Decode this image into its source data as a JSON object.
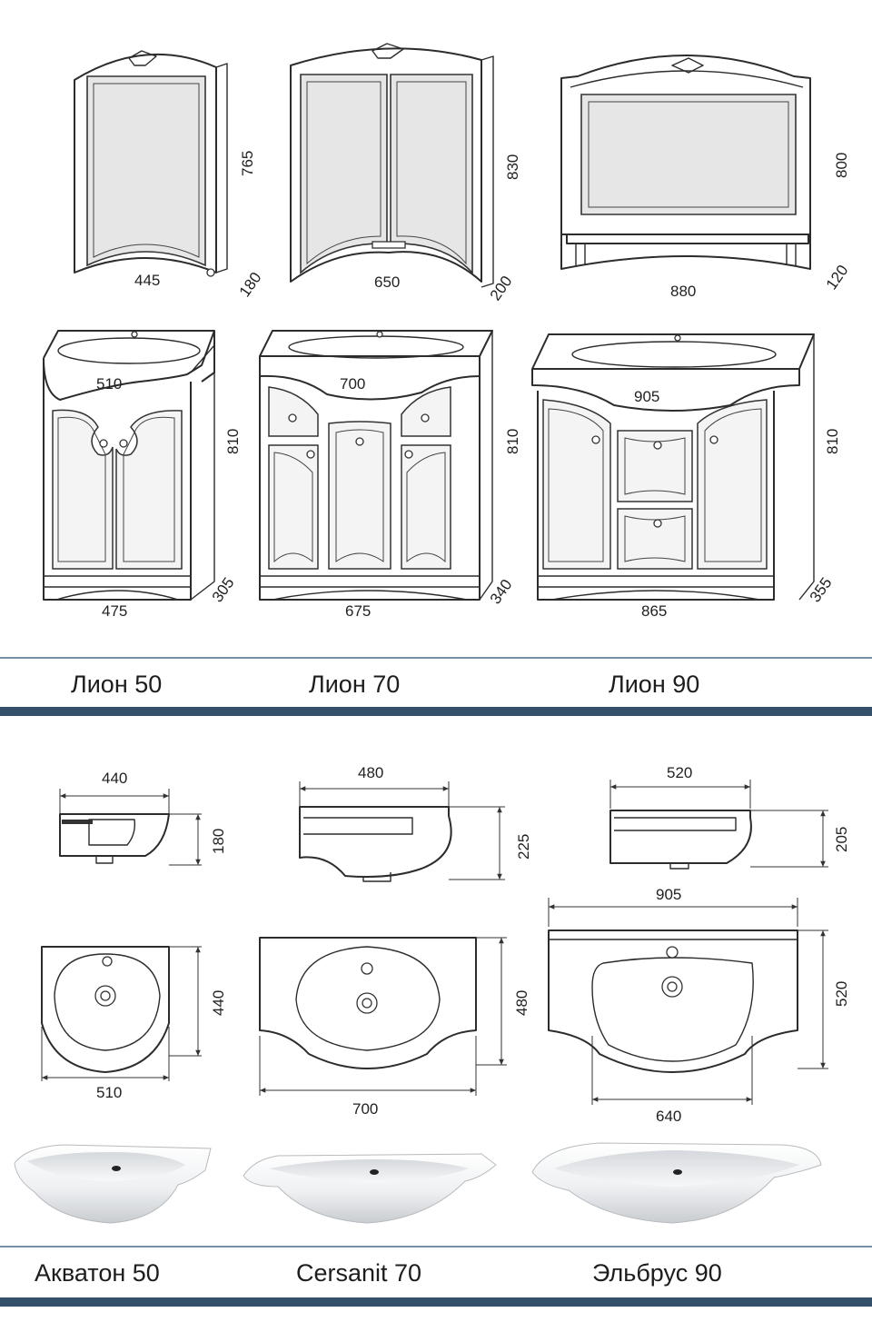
{
  "colors": {
    "line": "#2c2c2c",
    "divider": "#34506a",
    "mirror_fill": "#e6e6e6"
  },
  "mirrors": {
    "lion50": {
      "width": "445",
      "height": "765",
      "depth": "180"
    },
    "lion70": {
      "width": "650",
      "height": "830",
      "depth": "200"
    },
    "lion90": {
      "width": "880",
      "height": "800",
      "depth": "120"
    }
  },
  "cabinets": {
    "lion50": {
      "top_width": "510",
      "height": "810",
      "bottom_width": "475",
      "depth": "305"
    },
    "lion70": {
      "top_width": "700",
      "height": "810",
      "bottom_width": "675",
      "depth": "340"
    },
    "lion90": {
      "top_width": "905",
      "height": "810",
      "bottom_width": "865",
      "depth": "355"
    }
  },
  "series_names": [
    "Лион 50",
    "Лион 70",
    "Лион 90"
  ],
  "sinks": {
    "akvaton50": {
      "side_width": "440",
      "side_height": "180",
      "top_height": "440",
      "top_width": "510"
    },
    "cersanit70": {
      "side_width": "480",
      "side_height": "225",
      "top_height": "480",
      "top_width": "700"
    },
    "elbrus90": {
      "side_width": "520",
      "side_height": "205",
      "top_width": "905",
      "top_height": "520",
      "bowl_width": "640"
    }
  },
  "sink_names": [
    "Акватон 50",
    "Cersanit 70",
    "Эльбрус 90"
  ]
}
